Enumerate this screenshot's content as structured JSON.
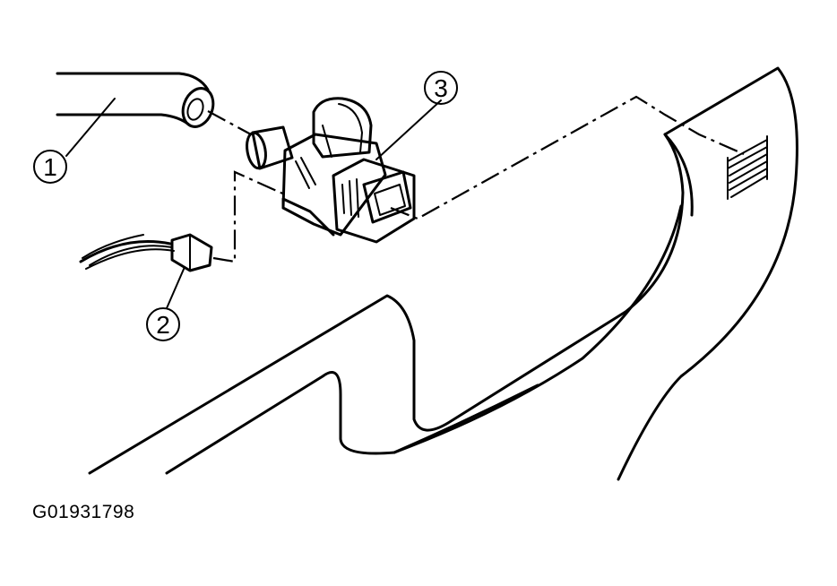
{
  "callouts": [
    {
      "id": "callout-1",
      "label": "1"
    },
    {
      "id": "callout-2",
      "label": "2"
    },
    {
      "id": "callout-3",
      "label": "3"
    }
  ],
  "figure_id": "G01931798",
  "colors": {
    "ink": "#000000",
    "background": "#ffffff"
  }
}
